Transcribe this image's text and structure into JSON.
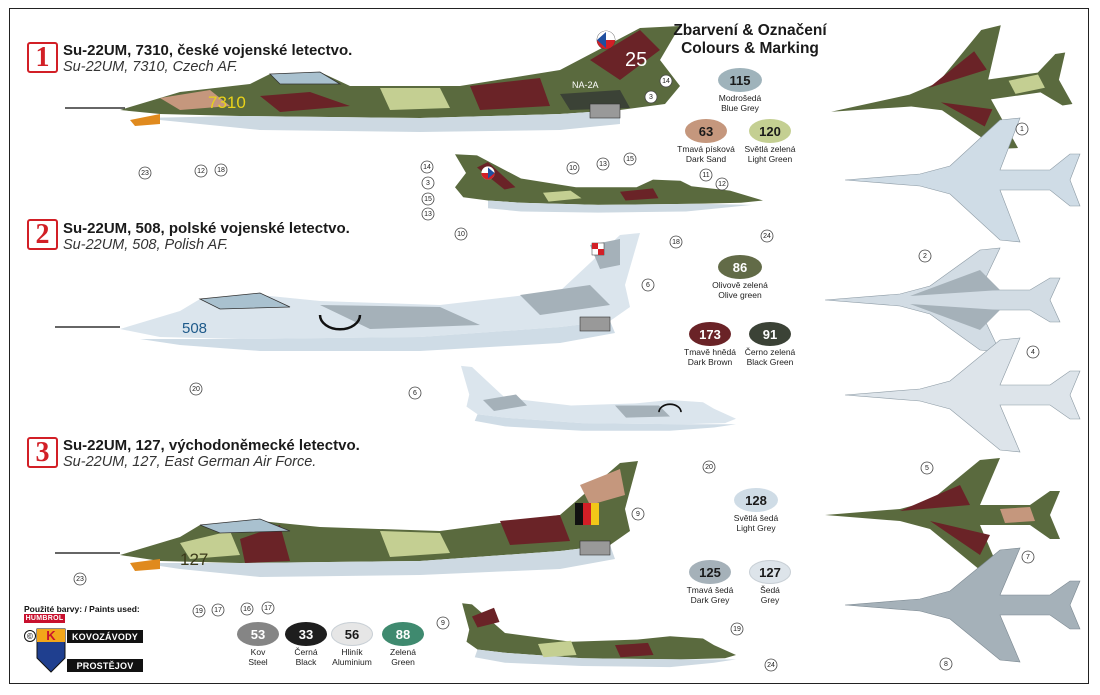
{
  "heading": {
    "line1": "Zbarvení & Označení",
    "line2": "Colours & Marking"
  },
  "schemes": [
    {
      "num": "1",
      "title_cz": "Su-22UM, 7310, české vojenské letectvo.",
      "title_en": "Su-22UM, 7310, Czech AF."
    },
    {
      "num": "2",
      "title_cz": "Su-22UM, 508, polské vojenské letectvo.",
      "title_en": "Su-22UM, 508, Polish AF."
    },
    {
      "num": "3",
      "title_cz": "Su-22UM, 127, východoněmecké letectvo.",
      "title_en": "Su-22UM, 127, East German Air Force."
    }
  ],
  "aircraft_codes": {
    "czech_fin": "25",
    "czech_nose": "7310",
    "czech_fin_tag": "NA-2A",
    "polish_nose": "508",
    "german_nose": "127"
  },
  "colours": [
    {
      "code": "115",
      "name_cz": "Modrošedá",
      "name_en": "Blue Grey",
      "hex": "#9fb3bb",
      "text": "#1a1a1a"
    },
    {
      "code": "63",
      "name_cz": "Tmavá písková",
      "name_en": "Dark Sand",
      "hex": "#c5977d",
      "text": "#1a1a1a"
    },
    {
      "code": "120",
      "name_cz": "Světlá zelená",
      "name_en": "Light Green",
      "hex": "#c4cf92",
      "text": "#1a1a1a"
    },
    {
      "code": "86",
      "name_cz": "Olivově zelená",
      "name_en": "Olive green",
      "hex": "#626b47",
      "text": "#ffffff"
    },
    {
      "code": "173",
      "name_cz": "Tmavě hnědá",
      "name_en": "Dark Brown",
      "hex": "#6a2327",
      "text": "#ffffff"
    },
    {
      "code": "91",
      "name_cz": "Černo zelená",
      "name_en": "Black Green",
      "hex": "#3b4236",
      "text": "#ffffff"
    },
    {
      "code": "128",
      "name_cz": "Světlá šedá",
      "name_en": "Light Grey",
      "hex": "#cfdce6",
      "text": "#1a1a1a"
    },
    {
      "code": "125",
      "name_cz": "Tmavá šedá",
      "name_en": "Dark Grey",
      "hex": "#a5b1b9",
      "text": "#1a1a1a"
    },
    {
      "code": "127",
      "name_cz": "Šedá",
      "name_en": "Grey",
      "hex": "#dde4ea",
      "text": "#1a1a1a"
    }
  ],
  "paints_used": {
    "label": "Použité barvy: / Paints used:",
    "colours": [
      {
        "code": "53",
        "name_cz": "Kov",
        "name_en": "Steel",
        "hex": "#858585",
        "text": "#ffffff"
      },
      {
        "code": "33",
        "name_cz": "Černá",
        "name_en": "Black",
        "hex": "#1e1e1e",
        "text": "#ffffff"
      },
      {
        "code": "56",
        "name_cz": "Hliník",
        "name_en": "Aluminium",
        "hex": "#e6e6e6",
        "text": "#1a1a1a"
      },
      {
        "code": "88",
        "name_cz": "Zelená",
        "name_en": "Green",
        "hex": "#3f8a6f",
        "text": "#ffffff"
      }
    ]
  },
  "brand": {
    "humbrol": "HUMBROL",
    "copyright": "©",
    "k_letter": "K",
    "kovozavody": "KOVOZÁVODY",
    "prostejov": "PROSTĚJOV"
  },
  "callouts": {
    "czech_side": [
      "14",
      "3",
      "15",
      "13",
      "10",
      "12",
      "18",
      "23"
    ],
    "czech_small_side": [
      "14",
      "3",
      "15",
      "13",
      "10",
      "11",
      "12",
      "18",
      "24"
    ],
    "polish_side": [
      "6",
      "20"
    ],
    "polish_small_side": [
      "6",
      "20"
    ],
    "german_side": [
      "9",
      "23",
      "19",
      "17",
      "16",
      "17"
    ],
    "german_small_side": [
      "9",
      "19",
      "24"
    ],
    "planforms": [
      "1",
      "2",
      "4",
      "5",
      "7",
      "8"
    ]
  }
}
